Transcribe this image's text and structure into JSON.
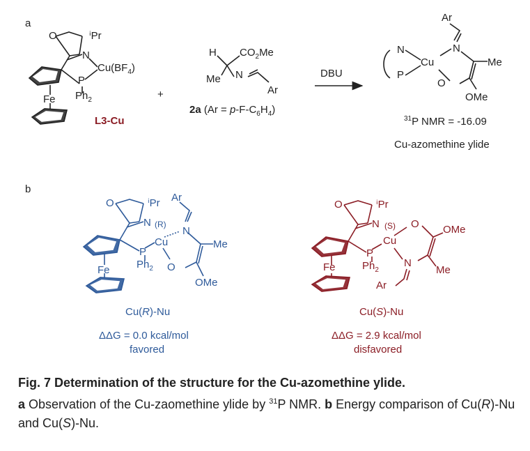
{
  "panel_a": {
    "label": "a",
    "l3cu": {
      "ipr": "ⁱPr",
      "n": "N",
      "cu_pre": "Cu(BF",
      "cu_sub": "4",
      "cu_post": ")",
      "o": "O",
      "p": "P",
      "ph": "Ph",
      "ph_sub": "2",
      "fe": "Fe",
      "name": "L3-Cu"
    },
    "plus": "+",
    "reagent": {
      "h": "H",
      "co": "CO",
      "co_sub": "2",
      "co_post": "Me",
      "me": "Me",
      "n": "N",
      "ar": "Ar",
      "name_bold": "2a",
      "name_pre": " (Ar = ",
      "name_it": "p",
      "name_mid": "-F-C",
      "name_sub1": "6",
      "name_h": "H",
      "name_sub2": "4",
      "name_post": ")"
    },
    "arrow_label": "DBU",
    "product": {
      "ar": "Ar",
      "n_ring": "N",
      "p_ring": "P",
      "cu": "Cu",
      "n": "N",
      "me": "Me",
      "o": "O",
      "ome": "OMe"
    },
    "nmr_sup": "31",
    "nmr_text": "P NMR = -16.09",
    "product_name": "Cu-azomethine ylide"
  },
  "panel_b": {
    "label": "b",
    "left": {
      "o": "O",
      "ipr": "ⁱPr",
      "ar": "Ar",
      "n1": "N",
      "conf": "(R)",
      "cu": "Cu",
      "n2": "N",
      "p": "P",
      "ph": "Ph",
      "ph_sub": "2",
      "me": "Me",
      "o2": "O",
      "ome": "OMe",
      "fe": "Fe",
      "name_pre": "Cu(",
      "name_it": "R",
      "name_post": ")-Nu",
      "energy": "ΔΔG = 0.0 kcal/mol",
      "status": "favored"
    },
    "right": {
      "o": "O",
      "ipr": "ⁱPr",
      "n1": "N",
      "conf": "(S)",
      "o2": "O",
      "ome": "OMe",
      "cu": "Cu",
      "p": "P",
      "ph": "Ph",
      "ph_sub": "2",
      "n2": "N",
      "me": "Me",
      "ar": "Ar",
      "fe": "Fe",
      "name_pre": "Cu(",
      "name_it": "S",
      "name_post": ")-Nu",
      "energy": "ΔΔG = 2.9 kcal/mol",
      "status": "disfavored"
    }
  },
  "caption": {
    "title": "Fig. 7 Determination of the structure for the Cu-azomethine ylide.",
    "a_label": "a",
    "a_pre": " Observation of the Cu-zaomethine ylide by ",
    "a_sup": "31",
    "a_post": "P NMR. ",
    "b_label": "b",
    "b_text1": " Energy comparison of Cu(",
    "b_it1": "R",
    "b_text2": ")-Nu and Cu(",
    "b_it2": "S",
    "b_text3": ")-Nu."
  },
  "colors": {
    "text": "#222222",
    "blue": "#2e5a9a",
    "red": "#8b1d25"
  }
}
